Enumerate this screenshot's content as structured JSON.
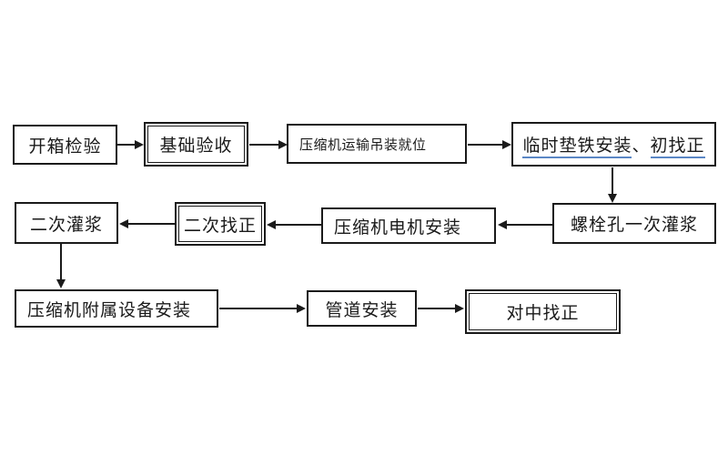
{
  "nodes": {
    "open_box": {
      "label": "开箱检验"
    },
    "foundation_acceptance": {
      "label": "基础验收"
    },
    "transport_hoisting": {
      "label": "压缩机运输吊装就位"
    },
    "temp_shim": {
      "underlined_1": "临时垫铁安装",
      "separator": "、",
      "underlined_2": "初找正"
    },
    "bolt_hole_grouting": {
      "label": "螺栓孔一次灌浆"
    },
    "motor_install": {
      "label": "压缩机电机安装"
    },
    "secondary_alignment": {
      "label": "二次找正"
    },
    "secondary_grouting": {
      "label": "二次灌浆"
    },
    "auxiliary_install": {
      "label": "压缩机附属设备安装"
    },
    "piping_install": {
      "label": "管道安装"
    },
    "center_alignment": {
      "label": "对中找正"
    }
  },
  "colors": {
    "ink": "#1a1a1a",
    "underline": "#5b87c5",
    "bg": "#ffffff"
  }
}
